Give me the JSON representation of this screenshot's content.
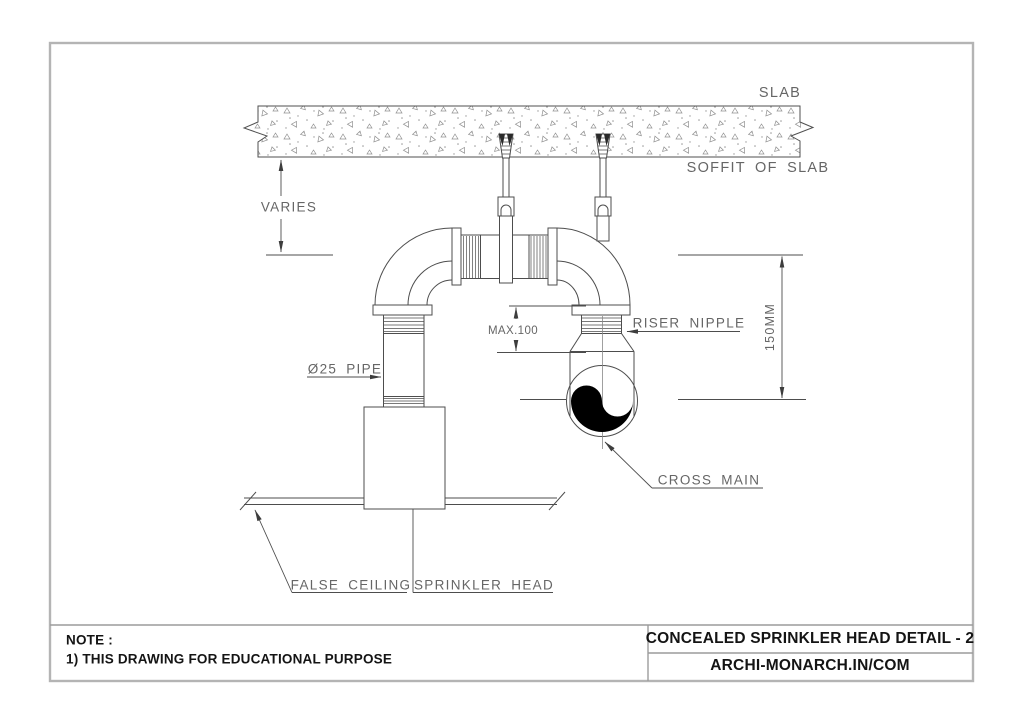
{
  "drawing": {
    "labels": {
      "slab": "SLAB",
      "soffit": "SOFFIT OF SLAB",
      "varies": "VARIES",
      "max100": "MAX.100",
      "pipe25": "Ø25 PIPE",
      "riser_nipple": "RISER NIPPLE",
      "dim_150": "150MM",
      "cross_main": "CROSS MAIN",
      "false_ceiling": "FALSE CEILING",
      "sprinkler_head": "SPRINKLER HEAD"
    }
  },
  "note": {
    "heading": "NOTE :",
    "line1": "1) THIS DRAWING FOR EDUCATIONAL PURPOSE"
  },
  "title_block": {
    "title": "CONCEALED SPRINKLER HEAD DETAIL - 2",
    "source": "ARCHI-MONARCH.IN/COM"
  },
  "colors": {
    "line": "#4d4d4d",
    "label_text": "#666666",
    "border": "#b4b4b4",
    "title_text": "#141414",
    "stipple": "#909090"
  }
}
